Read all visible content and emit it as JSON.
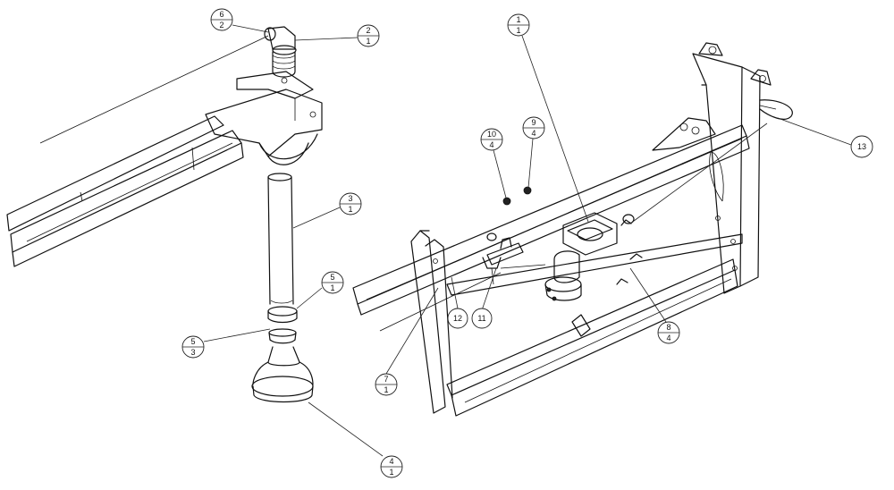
{
  "balloons": [
    {
      "item": "6",
      "qty": "2"
    },
    {
      "item": "2",
      "qty": "1"
    },
    {
      "item": "3",
      "qty": "1"
    },
    {
      "item": "5",
      "qty": "1"
    },
    {
      "item": "5",
      "qty": "3"
    },
    {
      "item": "4",
      "qty": "1"
    },
    {
      "item": "1",
      "qty": "1"
    },
    {
      "item": "10",
      "qty": "4"
    },
    {
      "item": "9",
      "qty": "4"
    },
    {
      "item": "13",
      "qty": ""
    },
    {
      "item": "12",
      "qty": ""
    },
    {
      "item": "11",
      "qty": ""
    },
    {
      "item": "7",
      "qty": "1"
    },
    {
      "item": "8",
      "qty": "4"
    }
  ]
}
